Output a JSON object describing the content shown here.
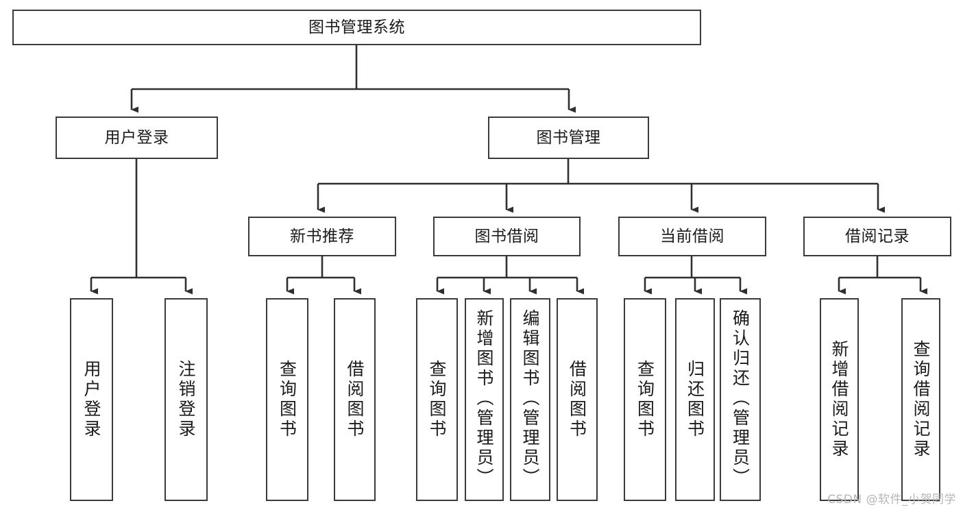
{
  "diagram": {
    "type": "tree-hierarchy",
    "title": "图书管理系统",
    "orientation": "top-down",
    "colors": {
      "box_border": "#3a3a3a",
      "box_fill": "#ffffff",
      "connector": "#2f2f2f",
      "text": "#1b1b1b",
      "watermark": "#b6b6b6",
      "background": "#ffffff"
    },
    "root": {
      "label": "图书管理系统"
    },
    "level2": [
      {
        "label": "用户登录"
      },
      {
        "label": "图书管理"
      }
    ],
    "level3": [
      {
        "label": "新书推荐"
      },
      {
        "label": "图书借阅"
      },
      {
        "label": "当前借阅"
      },
      {
        "label": "借阅记录"
      }
    ],
    "leaves": {
      "user_login": [
        {
          "label": "用户登录"
        },
        {
          "label": "注销登录"
        }
      ],
      "new_book_recommend": [
        {
          "label": "查询图书"
        },
        {
          "label": "借阅图书"
        }
      ],
      "book_borrow": [
        {
          "label": "查询图书"
        },
        {
          "label": "新增图书（管理员）"
        },
        {
          "label": "编辑图书（管理员）"
        },
        {
          "label": "借阅图书"
        }
      ],
      "current_borrow": [
        {
          "label": "查询图书"
        },
        {
          "label": "归还图书"
        },
        {
          "label": "确认归还（管理员）"
        }
      ],
      "borrow_record": [
        {
          "label": "新增借阅记录"
        },
        {
          "label": "查询借阅记录"
        }
      ]
    }
  },
  "watermark": {
    "text": "CSDN @软件_小贺同学"
  }
}
